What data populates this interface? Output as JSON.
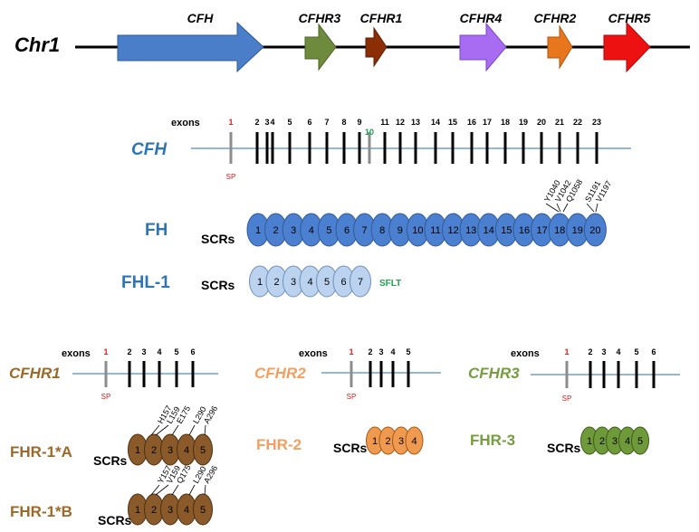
{
  "chromosome": {
    "label": "Chr1",
    "genes": [
      {
        "name": "CFH",
        "color": "#4a7ec8"
      },
      {
        "name": "CFHR3",
        "color": "#6e8b3d"
      },
      {
        "name": "CFHR1",
        "color": "#8b2e05"
      },
      {
        "name": "CFHR4",
        "color": "#a86cf2"
      },
      {
        "name": "CFHR2",
        "color": "#e8761c"
      },
      {
        "name": "CFHR5",
        "color": "#ee1111"
      }
    ]
  },
  "cfh": {
    "gene_label": "CFH",
    "exons_label": "exons",
    "exon_numbers": [
      "1",
      "2",
      "3",
      "4",
      "5",
      "6",
      "7",
      "8",
      "9",
      "10",
      "11",
      "12",
      "13",
      "14",
      "15",
      "16",
      "17",
      "18",
      "19",
      "20",
      "21",
      "22",
      "23"
    ],
    "sp_label": "SP",
    "variants": [
      "Y1040",
      "V1042",
      "Q1058",
      "S1191",
      "V1197"
    ]
  },
  "fh": {
    "label": "FH",
    "scrs_label": "SCRs",
    "domains": [
      "1",
      "2",
      "3",
      "4",
      "5",
      "6",
      "7",
      "8",
      "9",
      "10",
      "11",
      "12",
      "13",
      "14",
      "15",
      "16",
      "17",
      "18",
      "19",
      "20"
    ],
    "color": "#4b7fcf"
  },
  "fhl1": {
    "label": "FHL-1",
    "scrs_label": "SCRs",
    "domains": [
      "1",
      "2",
      "3",
      "4",
      "5",
      "6",
      "7"
    ],
    "tail": "SFLT",
    "color": "#bcd3ef"
  },
  "cfhr1": {
    "gene_label": "CFHR1",
    "exons_label": "exons",
    "exon_numbers": [
      "1",
      "2",
      "3",
      "4",
      "5",
      "6"
    ],
    "sp_label": "SP",
    "color": "#9b6a2a"
  },
  "cfhr2": {
    "gene_label": "CFHR2",
    "exons_label": "exons",
    "exon_numbers": [
      "1",
      "2",
      "3",
      "4",
      "5"
    ],
    "sp_label": "SP",
    "color": "#f0a060"
  },
  "cfhr3": {
    "gene_label": "CFHR3",
    "exons_label": "exons",
    "exon_numbers": [
      "1",
      "2",
      "3",
      "4",
      "5",
      "6"
    ],
    "sp_label": "SP",
    "color": "#769d3f"
  },
  "fhr1a": {
    "label": "FHR-1*A",
    "scrs_label": "SCRs",
    "domains": [
      "1",
      "2",
      "3",
      "4",
      "5"
    ],
    "variants": [
      "H157",
      "L159",
      "E175",
      "L290",
      "A296"
    ],
    "color": "#8b5a2b"
  },
  "fhr1b": {
    "label": "FHR-1*B",
    "scrs_label": "SCRs",
    "domains": [
      "1",
      "2",
      "3",
      "4",
      "5"
    ],
    "variants": [
      "Y157",
      "V159",
      "Q175",
      "L290",
      "A296"
    ],
    "color": "#8b5a2b"
  },
  "fhr2": {
    "label": "FHR-2",
    "scrs_label": "SCRs",
    "domains": [
      "1",
      "2",
      "3",
      "4"
    ],
    "color": "#f09a50"
  },
  "fhr3": {
    "label": "FHR-3",
    "scrs_label": "SCRs",
    "domains": [
      "1",
      "2",
      "3",
      "4",
      "5"
    ],
    "color": "#6f9a3a"
  }
}
